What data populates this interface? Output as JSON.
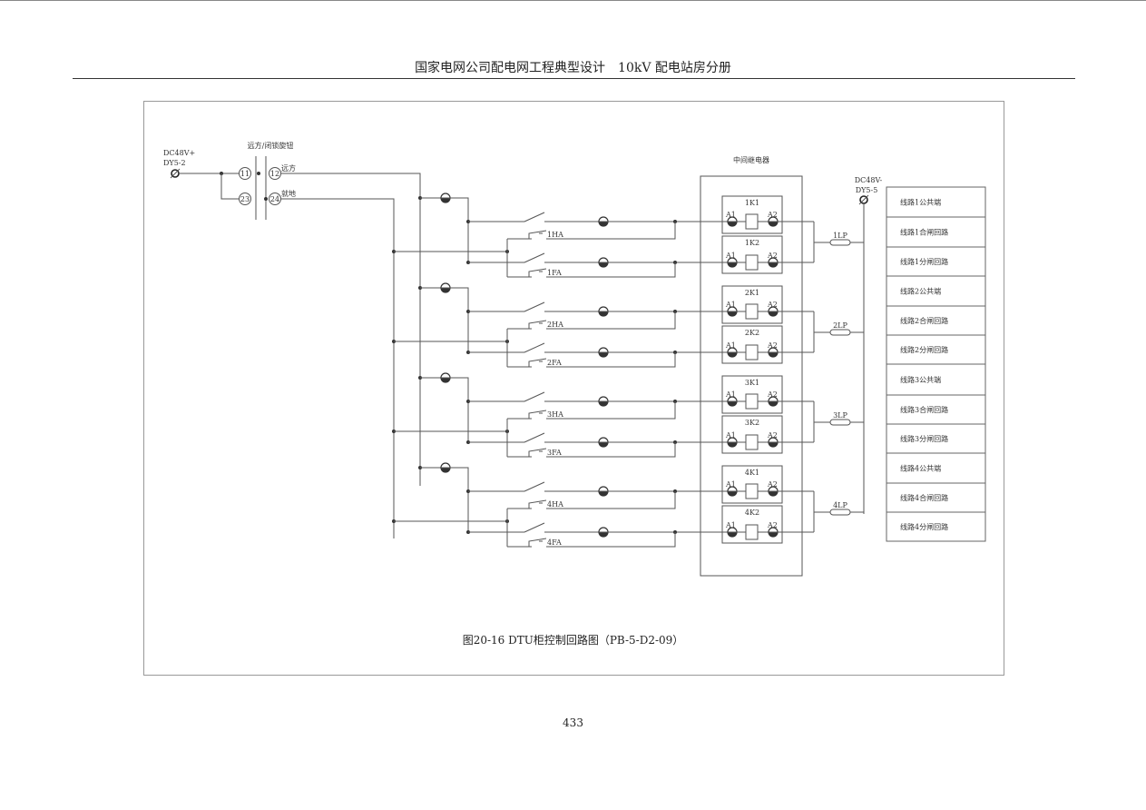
{
  "header": {
    "title": "国家电网公司配电网工程典型设计　10kV 配电站房分册"
  },
  "diagram": {
    "power_plus": {
      "label1": "DC48V+",
      "label2": "DY5-2"
    },
    "power_minus": {
      "label1": "DC48V-",
      "label2": "DY5-5"
    },
    "switch": {
      "title": "远方/闭锁旋钮",
      "terminals": [
        "11",
        "23",
        "12",
        "24"
      ],
      "remote": "远方",
      "local": "就地"
    },
    "relay_title": "中间继电器",
    "groups": [
      {
        "k1": "1K1",
        "k2": "1K2",
        "ha": "1HA",
        "fa": "1FA",
        "lp": "1LP"
      },
      {
        "k1": "2K1",
        "k2": "2K2",
        "ha": "2HA",
        "fa": "2FA",
        "lp": "2LP"
      },
      {
        "k1": "3K1",
        "k2": "3K2",
        "ha": "3HA",
        "fa": "3FA",
        "lp": "3LP"
      },
      {
        "k1": "4K1",
        "k2": "4K2",
        "ha": "4HA",
        "fa": "4FA",
        "lp": "4LP"
      }
    ],
    "a1": "A1",
    "a2": "A2",
    "terminals": [
      "线路1公共端",
      "线路1合闸回路",
      "线路1分闸回路",
      "线路2公共端",
      "线路2合闸回路",
      "线路2分闸回路",
      "线路3公共端",
      "线路3合闸回路",
      "线路3分闸回路",
      "线路4公共端",
      "线路4合闸回路",
      "线路4分闸回路"
    ]
  },
  "caption": "图20-16 DTU柜控制回路图（PB-5-D2-09）",
  "page_number": "433"
}
